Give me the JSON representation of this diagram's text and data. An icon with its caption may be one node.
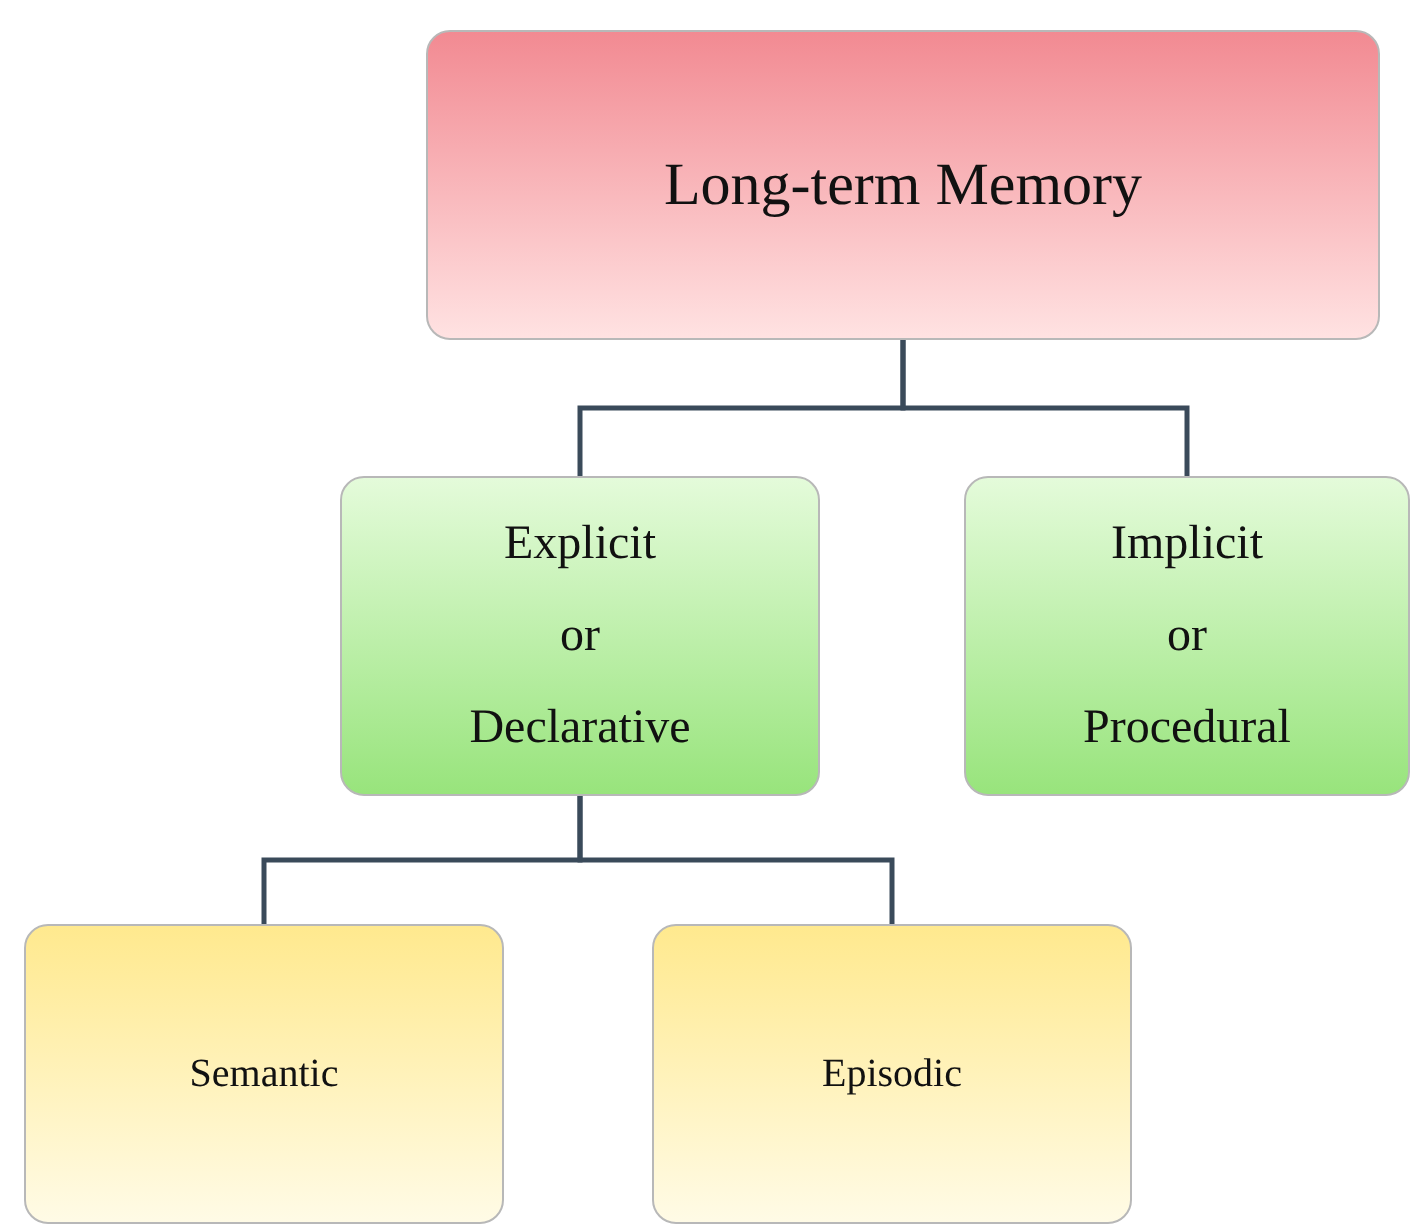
{
  "diagram": {
    "nodes": [
      {
        "text": [
          "Long-term Memory"
        ]
      },
      {
        "text": [
          "Explicit or Declarative"
        ]
      },
      {
        "text": [
          "Implicit or Procedural"
        ]
      },
      {
        "text": [
          "Semantic"
        ]
      },
      {
        "text": [
          "Episodic"
        ]
      }
    ],
    "edges": [
      {
        "from": 0,
        "to": 1,
        "arrow": "none"
      },
      {
        "from": 0,
        "to": 2,
        "arrow": "none"
      },
      {
        "from": 1,
        "to": 3,
        "arrow": "none"
      },
      {
        "from": 1,
        "to": 4,
        "arrow": "none"
      }
    ]
  }
}
